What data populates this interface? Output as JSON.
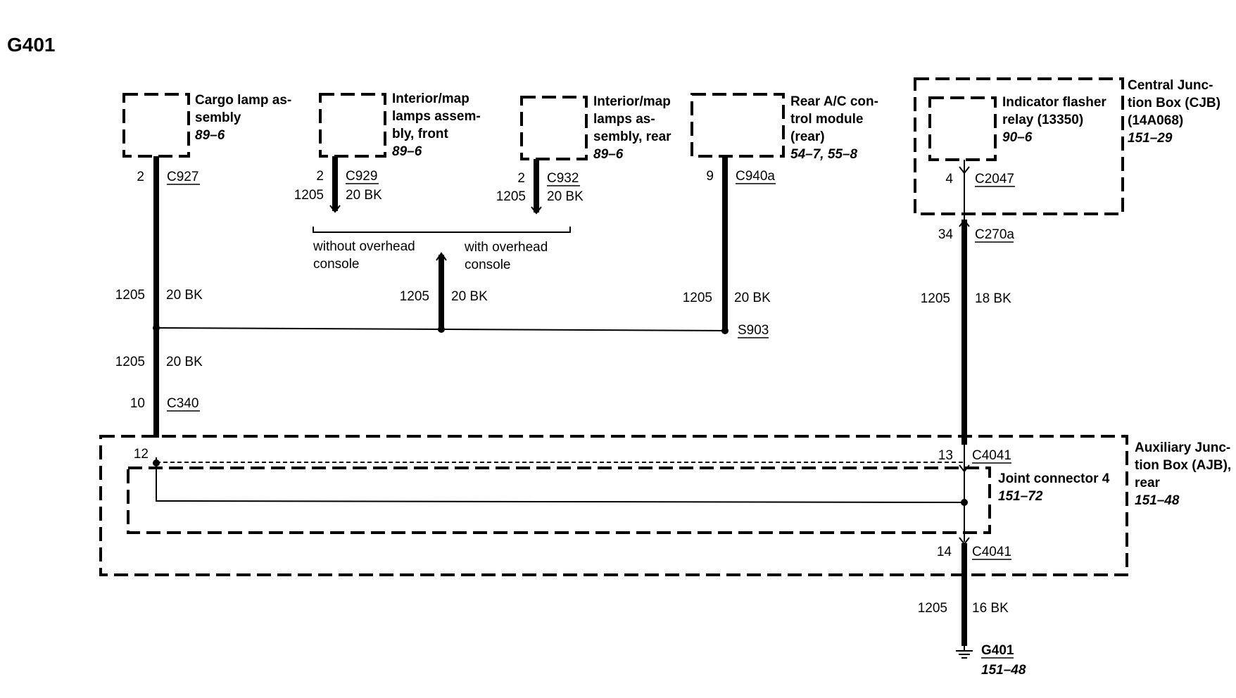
{
  "title": "G401",
  "components": {
    "cargo_lamp": {
      "name_line1": "Cargo lamp as-",
      "name_line2": "sembly",
      "ref": "89–6"
    },
    "interior_front": {
      "name_line1": "Interior/map",
      "name_line2": "lamps assem-",
      "name_line3": "bly, front",
      "ref": "89–6"
    },
    "interior_rear": {
      "name_line1": "Interior/map",
      "name_line2": "lamps as-",
      "name_line3": "sembly, rear",
      "ref": "89–6"
    },
    "rear_ac": {
      "name_line1": "Rear A/C con-",
      "name_line2": "trol module",
      "name_line3": "(rear)",
      "ref": "54–7, 55–8"
    },
    "flasher_relay": {
      "name_line1": "Indicator flasher",
      "name_line2": "relay (13350)",
      "ref": "90–6"
    },
    "cjb": {
      "name_line1": "Central Junc-",
      "name_line2": "tion Box (CJB)",
      "name_line3": "(14A068)",
      "ref": "151–29"
    },
    "ajb": {
      "name_line1": "Auxiliary Junc-",
      "name_line2": "tion Box (AJB),",
      "name_line3": "rear",
      "ref": "151–48"
    },
    "joint_connector": {
      "name": "Joint connector 4",
      "ref": "151–72"
    },
    "ground": {
      "name": "G401",
      "ref": "151–48"
    }
  },
  "connectors": {
    "c927": {
      "pin": "2",
      "id": "C927"
    },
    "c929": {
      "pin": "2",
      "id": "C929"
    },
    "c932": {
      "pin": "2",
      "id": "C932"
    },
    "c940a": {
      "pin": "9",
      "id": "C940a"
    },
    "c2047": {
      "pin": "4",
      "id": "C2047"
    },
    "c270a": {
      "pin": "34",
      "id": "C270a"
    },
    "c340": {
      "pin": "10",
      "id": "C340"
    },
    "c4041_top": {
      "pin": "13",
      "id": "C4041"
    },
    "c4041_bottom": {
      "pin": "14",
      "id": "C4041"
    },
    "ajb_pin": {
      "pin": "12"
    },
    "splice": {
      "id": "S903"
    }
  },
  "wires": {
    "w_front": {
      "circuit": "1205",
      "spec": "20 BK"
    },
    "w_rear": {
      "circuit": "1205",
      "spec": "20 BK"
    },
    "w_cargo": {
      "circuit": "1205",
      "spec": "20 BK"
    },
    "w_overhead": {
      "circuit": "1205",
      "spec": "20 BK"
    },
    "w_ac": {
      "circuit": "1205",
      "spec": "20 BK"
    },
    "w_cjb": {
      "circuit": "1205",
      "spec": "18 BK"
    },
    "w_c340": {
      "circuit": "1205",
      "spec": "20 BK"
    },
    "w_ground": {
      "circuit": "1205",
      "spec": "16 BK"
    }
  },
  "options": {
    "without_line1": "without overhead",
    "without_line2": "console",
    "with_line1": "with overhead",
    "with_line2": "console"
  }
}
